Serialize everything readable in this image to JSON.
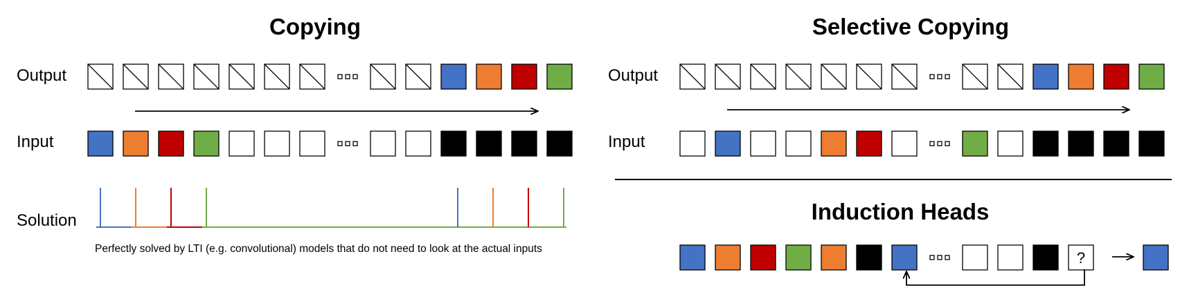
{
  "copying": {
    "title": "Copying",
    "output_label": "Output",
    "input_label": "Input",
    "solution_label": "Solution",
    "caption": "Perfectly solved by LTI (e.g. convolutional) models that do not need to look at the actual inputs",
    "output_tokens": [
      "slash",
      "slash",
      "slash",
      "slash",
      "slash",
      "slash",
      "slash",
      "dots",
      "slash",
      "slash",
      "blue",
      "orange",
      "red",
      "green"
    ],
    "input_tokens": [
      "blue",
      "orange",
      "red",
      "green",
      "white",
      "white",
      "white",
      "dots",
      "white",
      "white",
      "black",
      "black",
      "black",
      "black"
    ],
    "solution_colors": [
      "blue",
      "orange",
      "red",
      "green"
    ]
  },
  "selective_copying": {
    "title": "Selective Copying",
    "output_label": "Output",
    "input_label": "Input",
    "output_tokens": [
      "slash",
      "slash",
      "slash",
      "slash",
      "slash",
      "slash",
      "slash",
      "dots",
      "slash",
      "slash",
      "blue",
      "orange",
      "red",
      "green"
    ],
    "input_tokens": [
      "white",
      "blue",
      "white",
      "white",
      "orange",
      "red",
      "white",
      "dots",
      "green",
      "white",
      "black",
      "black",
      "black",
      "black"
    ]
  },
  "induction_heads": {
    "title": "Induction Heads",
    "query_mark": "?",
    "tokens": [
      "blue",
      "orange",
      "red",
      "green",
      "orange",
      "black",
      "blue",
      "dots",
      "white",
      "white",
      "black",
      "query"
    ],
    "answer": "blue"
  },
  "colors": {
    "blue": "#4472c4",
    "orange": "#ed7d31",
    "red": "#c00000",
    "green": "#70ad47",
    "black": "#000000",
    "white": "#ffffff"
  }
}
